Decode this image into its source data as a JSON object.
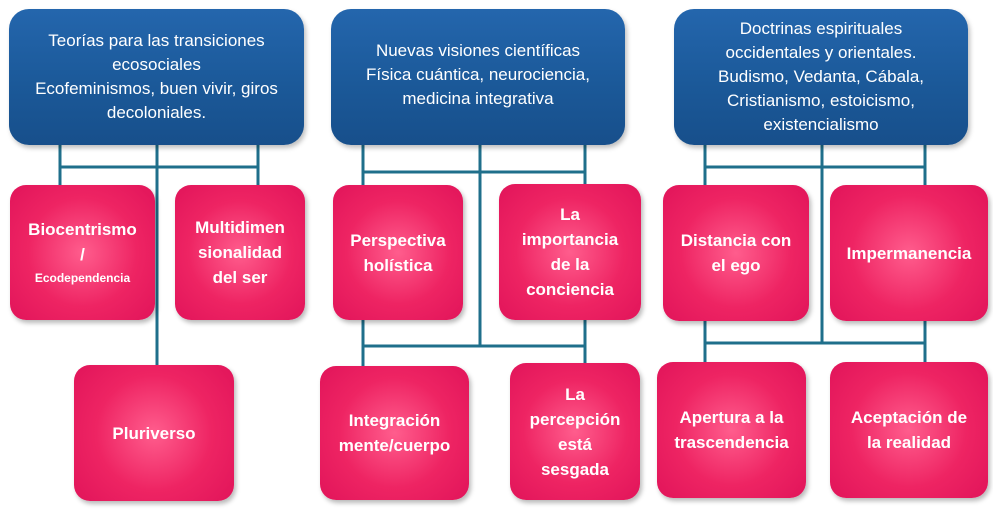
{
  "headers": {
    "h1": [
      "Teorías para las transiciones",
      "ecosociales",
      "Ecofeminismos, buen vivir, giros",
      "decoloniales."
    ],
    "h2": [
      "Nuevas visiones científicas",
      "Física cuántica, neurociencia,",
      "medicina integrativa"
    ],
    "h3": [
      "Doctrinas espirituales",
      "occidentales y orientales.",
      "Budismo, Vedanta, Cábala,",
      "Cristianismo, estoicismo,",
      "existencialismo"
    ]
  },
  "nodes": {
    "biocentrismo": [
      "Biocentrismo",
      "/",
      "Ecodependencia"
    ],
    "multidimensionalidad": [
      "Multidimen",
      "sionalidad",
      "del ser"
    ],
    "pluriverso": [
      "Pluriverso"
    ],
    "perspectiva": [
      "Perspectiva",
      "holística"
    ],
    "importancia": [
      "La",
      "importancia",
      "de la",
      "conciencia"
    ],
    "integracion": [
      "Integración",
      "mente/cuerpo"
    ],
    "percepcion": [
      "La",
      "percepción",
      "está",
      "sesgada"
    ],
    "distancia": [
      "Distancia con",
      "el ego"
    ],
    "impermanencia": [
      "Impermanencia"
    ],
    "apertura": [
      "Apertura a la",
      "trascendencia"
    ],
    "aceptacion": [
      "Aceptación de",
      "la realidad"
    ]
  },
  "colors": {
    "header": "#1b5999",
    "node": "#ee2463",
    "connector": "#1f6f8b"
  }
}
